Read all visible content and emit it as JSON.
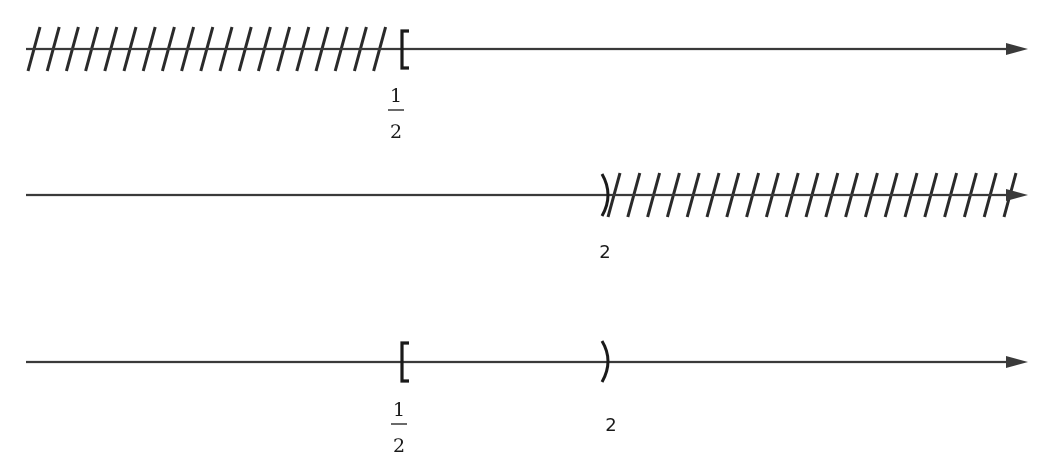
{
  "number_lines": [
    {
      "id": "line-1",
      "shaded": "left",
      "points": [
        {
          "bracket": "[",
          "label_num": "1",
          "label_den": "2"
        }
      ]
    },
    {
      "id": "line-2",
      "shaded": "right",
      "points": [
        {
          "bracket": ")",
          "label": "2"
        }
      ]
    },
    {
      "id": "line-3",
      "shaded": "none",
      "points": [
        {
          "bracket": "[",
          "label_num": "1",
          "label_den": "2"
        },
        {
          "bracket": ")",
          "label": "2"
        }
      ]
    }
  ]
}
